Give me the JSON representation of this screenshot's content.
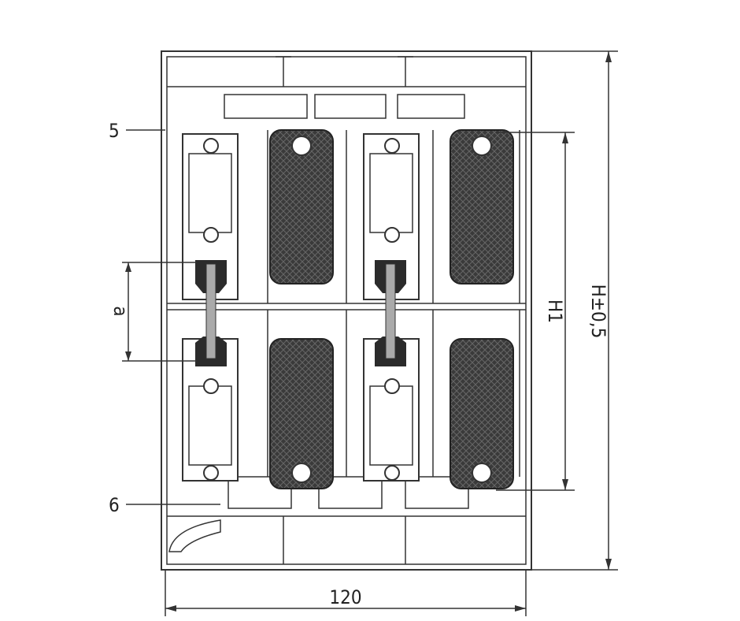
{
  "labels": {
    "callout_5": "5",
    "callout_6": "6",
    "dim_a": "a",
    "dim_h1": "H1",
    "dim_h": "H±0,5",
    "dim_width": "120"
  },
  "colors": {
    "line": "#333333",
    "seal": "#2b2b2b",
    "insulation": "#3a3a3a"
  }
}
